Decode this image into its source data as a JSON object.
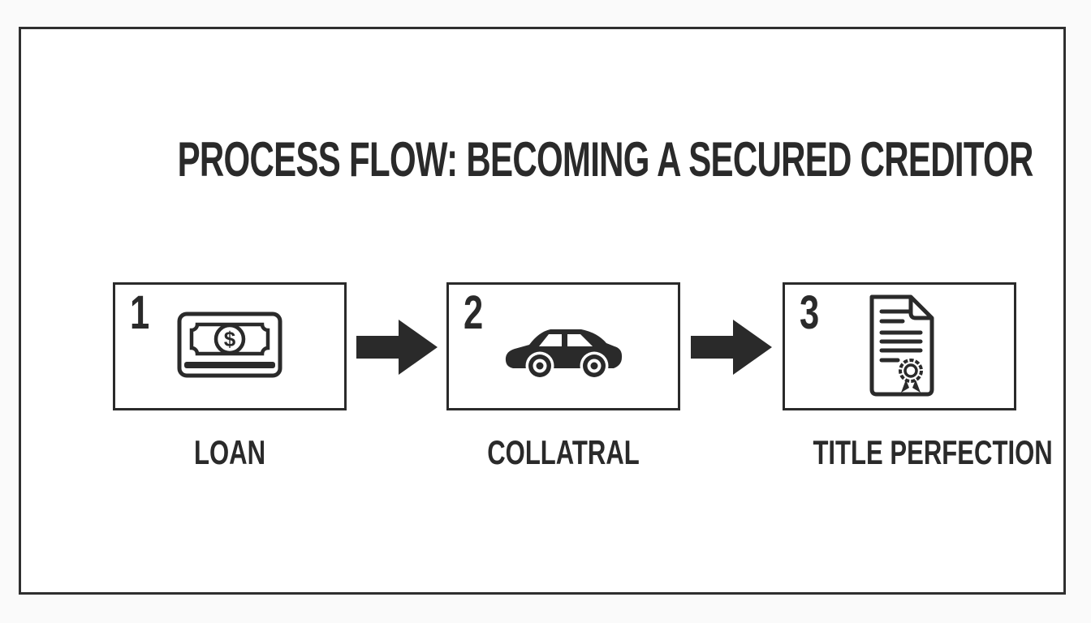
{
  "title": "PROCESS FLOW: BECOMING A SECURED CREDITOR",
  "steps": [
    {
      "number": "1",
      "label": "LOAN",
      "icon": "banknote-icon"
    },
    {
      "number": "2",
      "label": "COLLATRAL",
      "icon": "car-icon"
    },
    {
      "number": "3",
      "label": "TITLE PERFECTION",
      "icon": "certificate-icon"
    }
  ],
  "arrows": [
    {
      "icon": "arrow-right-icon"
    },
    {
      "icon": "arrow-right-icon"
    }
  ],
  "banknote": {
    "currency_symbol": "$"
  },
  "colors": {
    "ink": "#2a2a2a",
    "frame_border": "#2f2f2f",
    "background": "#fafafa",
    "surface": "#ffffff"
  }
}
